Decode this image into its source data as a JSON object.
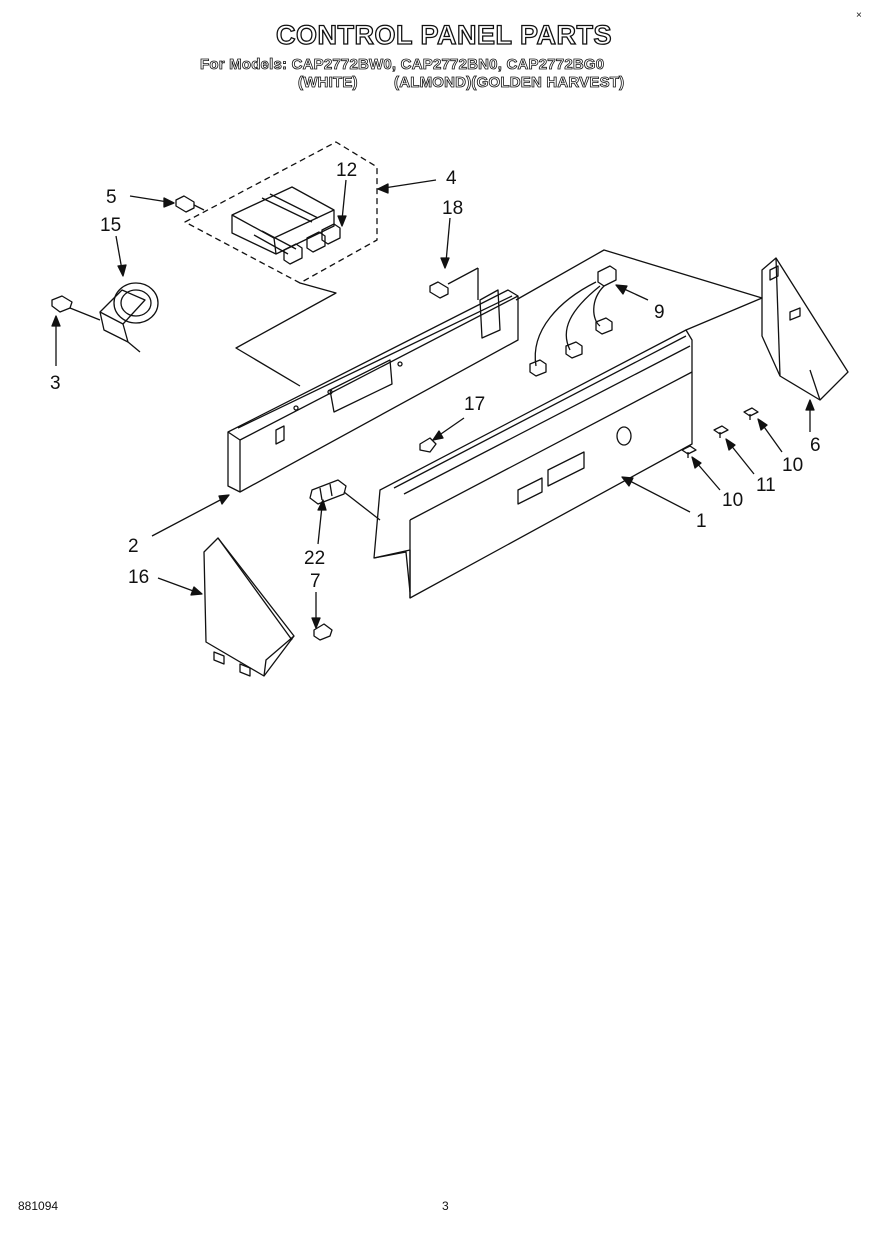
{
  "header": {
    "title": "CONTROL PANEL PARTS",
    "models_line": "For Models: CAP2772BW0, CAP2772BN0, CAP2772BG0",
    "color_white": "(WHITE)",
    "color_others": "(ALMOND)(GOLDEN HARVEST)"
  },
  "callouts": {
    "c1": "1",
    "c2": "2",
    "c3": "3",
    "c4": "4",
    "c5": "5",
    "c6": "6",
    "c7": "7",
    "c9": "9",
    "c10a": "10",
    "c10b": "10",
    "c11": "11",
    "c12": "12",
    "c15": "15",
    "c16": "16",
    "c17": "17",
    "c18": "18",
    "c22": "22"
  },
  "footer": {
    "code": "881094",
    "page": "3"
  },
  "corner_mark": "×"
}
